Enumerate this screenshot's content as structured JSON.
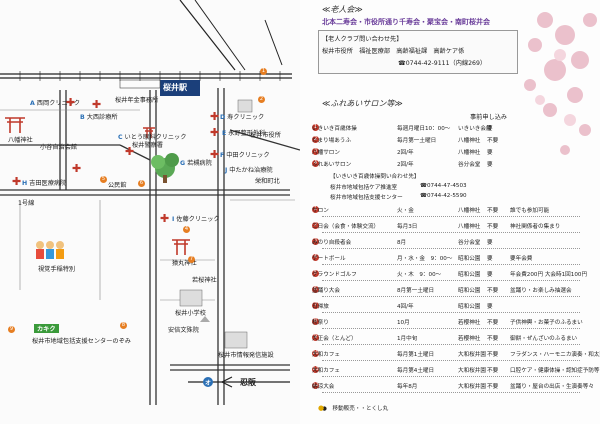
{
  "map": {
    "station": "桜井駅",
    "station_badge": "桜井駅",
    "bottom_arrow_left": "オ",
    "bottom_arrow_right": "忍阪",
    "labels": [
      {
        "key": "A",
        "text": "西岡クリニック"
      },
      {
        "key": "B",
        "text": "大西診療所"
      },
      {
        "key": "C",
        "text": "いとう眼科クリニック"
      },
      {
        "key": "D",
        "text": "寿クリニック"
      },
      {
        "key": "E",
        "text": "永野整形外科"
      },
      {
        "key": "F",
        "text": "中田クリニック"
      },
      {
        "key": "G",
        "text": "若槻病院"
      },
      {
        "key": "H",
        "text": "吉田医療病院"
      },
      {
        "key": "I",
        "text": "佐藤クリニック"
      },
      {
        "key": "J",
        "text": "中たかね治療院"
      }
    ],
    "places": [
      "桜井年金事務所",
      "八幡神社",
      "小谷自治会館",
      "桜井警察署",
      "栄和町北",
      "公民館",
      "桜井市役所",
      "猿丸神社",
      "安倍文殊院",
      "1号線",
      "視覚手稲特別",
      "若桜神社",
      "桜井小学校",
      "桜井市地域包括支援センターのぞみ",
      "桜井市情報発信施設"
    ],
    "badges": [
      "1",
      "2",
      "3",
      "4",
      "5",
      "6",
      "7",
      "8",
      "9",
      "10"
    ],
    "kanji_badge": "カキク"
  },
  "right": {
    "title1": "≪老人会≫",
    "orgs": "北本二寿会・市役所通り千寿会・聚宝会・南町桜井会",
    "club_note_title": "【老人クラブ問い合わせ先】",
    "club_contacts": "桜井市役所　福祉医療部　高齢福祉課　高齢ケア係",
    "club_phone": "☎0744-42-9111（内線269）",
    "title2": "≪ふれあいサロン等≫",
    "col_header": "事前申し込み",
    "salons": [
      {
        "n": "1",
        "name": "いきいき百歳体操",
        "when": "毎週月曜日10：00～",
        "where": "いきいき会館",
        "req": "要",
        "note": ""
      },
      {
        "n": "2",
        "name": "たまり場あうふ",
        "when": "毎月第一土曜日",
        "where": "八幡神社",
        "req": "不要",
        "note": ""
      },
      {
        "n": "3",
        "name": "八幡サロン",
        "when": "2回/年",
        "where": "八幡神社",
        "req": "要",
        "note": ""
      },
      {
        "n": "4",
        "name": "ふれあいサロン",
        "when": "2回/年",
        "where": "谷分会堂",
        "req": "要",
        "note": ""
      }
    ],
    "iki_note_title": "【いきいき百歳体操問い合わせ先】",
    "iki_contact1": "桜井市地域包括ケア推進室",
    "iki_phone1": "☎0744-47-4503",
    "iki_contact2": "桜井市地域包括支援センター",
    "iki_phone2": "☎0744-42-5590",
    "events": [
      {
        "n": "1",
        "name": "サロン",
        "when": "火・金",
        "where": "八幡神社",
        "req": "不要",
        "note": "誰でも参加可能"
      },
      {
        "n": "2",
        "name": "三日会（会食・体験交流）",
        "when": "毎月3日",
        "where": "八幡神社",
        "req": "不要",
        "note": "神社関係者の集まり"
      },
      {
        "n": "3",
        "name": "みのり自殺者会",
        "when": "8月",
        "where": "谷分会堂",
        "req": "要",
        "note": ""
      },
      {
        "n": "4",
        "name": "ゲートボール",
        "when": "月・水・金　9：00～",
        "where": "昭和公園",
        "req": "要",
        "note": "要年会費"
      },
      {
        "n": "5",
        "name": "グラウンドゴルフ",
        "when": "火・木　9：00～",
        "where": "昭和公園",
        "req": "要",
        "note": "年会費200円 大会時1回100円"
      },
      {
        "n": "6",
        "name": "盆踊り大会",
        "when": "8月第一土曜日",
        "where": "昭和公園",
        "req": "不要",
        "note": "盆踊り・お楽しみ抽選会"
      },
      {
        "n": "7",
        "name": "日帰旅",
        "when": "4回/年",
        "where": "昭和公園",
        "req": "要",
        "note": ""
      },
      {
        "n": "8",
        "name": "秋祭り",
        "when": "10月",
        "where": "若櫻神社",
        "req": "不要",
        "note": "子供神輿・お菓子のふるまい"
      },
      {
        "n": "9",
        "name": "大正会（とんど）",
        "when": "1月中旬",
        "where": "若櫻神社",
        "req": "不要",
        "note": "御餅・ぜんざいのふるまい"
      },
      {
        "n": "10",
        "name": "大和カフェ",
        "when": "毎月第1土曜日",
        "where": "大和桜井園",
        "req": "不要",
        "note": "フラダンス・ハーモニカ演奏・和太鼓演奏等々"
      },
      {
        "n": "11",
        "name": "大和カフェ",
        "when": "毎月第4土曜日",
        "where": "大和桜井園",
        "req": "不要",
        "note": "口腔ケア・健康体操・認知症予防等"
      },
      {
        "n": "12",
        "name": "納涼大会",
        "when": "毎年8月",
        "where": "大和桜井園",
        "req": "不要",
        "note": "盆踊り・屋台の出店・生演奏等々"
      }
    ],
    "footer_note": "●　移動販売・・とくし丸"
  },
  "colors": {
    "accent": "#c0392b",
    "purple": "#6a3d9a",
    "blue": "#2a6fb5",
    "green": "#3a9a3a",
    "sakura": "#e8b7c4"
  }
}
